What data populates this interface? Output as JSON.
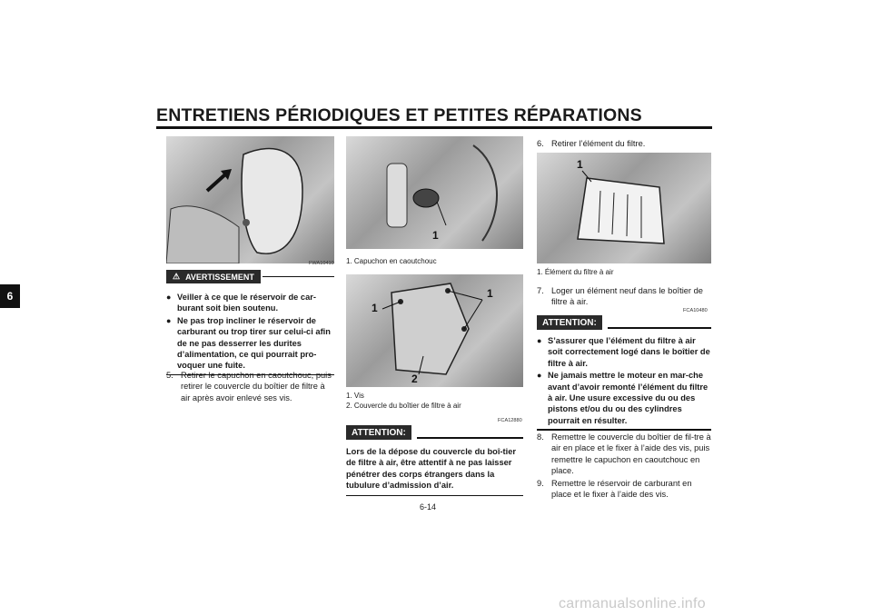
{
  "header": {
    "title": "ENTRETIENS PÉRIODIQUES ET PETITES RÉPARATIONS"
  },
  "section_tab": "6",
  "page_number": "6-14",
  "left_column": {
    "figure_code": "FWA10410",
    "warning": {
      "badge": "AVERTISSEMENT",
      "bullets": [
        "Veiller à ce que le réservoir de car-burant soit bien soutenu.",
        "Ne pas trop incliner le réservoir de carburant ou trop tirer sur celui-ci afin de ne pas desserrer les durites d’alimentation, ce qui pourrait pro-voquer une fuite."
      ]
    },
    "steps": [
      {
        "num": "5.",
        "text": "Retirer le capuchon en caoutchouc, puis retirer le couvercle du boîtier de filtre à air après avoir enlevé ses vis."
      }
    ]
  },
  "middle_column": {
    "figure1": {
      "callout": "1",
      "caption": [
        "1. Capuchon en caoutchouc"
      ]
    },
    "figure2": {
      "callouts": [
        "1",
        "1",
        "2"
      ],
      "caption": [
        "1. Vis",
        "2. Couvercle du boîtier de filtre à air"
      ]
    },
    "attention": {
      "code": "FCA12880",
      "badge": "ATTENTION:",
      "text": "Lors de la dépose du couvercle du boî-tier de filtre à air, être attentif à ne pas laisser pénétrer des corps étrangers dans la tubulure d’admission d’air."
    }
  },
  "right_column": {
    "steps_top": [
      {
        "num": "6.",
        "text": "Retirer l’élément du filtre."
      }
    ],
    "figure": {
      "callout": "1",
      "caption": [
        "1. Élément du filtre à air"
      ]
    },
    "steps_mid": [
      {
        "num": "7.",
        "text": "Loger un élément neuf dans le boîtier de filtre à air."
      }
    ],
    "attention": {
      "code": "FCA10480",
      "badge": "ATTENTION:",
      "bullets": [
        "S’assurer que l’élément du filtre à air soit correctement logé dans le boîtier de filtre à air.",
        "Ne jamais mettre le moteur en mar-che avant d’avoir remonté l’élément du filtre à air. Une usure excessive du ou des pistons et/ou du ou des cylindres pourrait en résulter."
      ]
    },
    "steps_bottom": [
      {
        "num": "8.",
        "text": "Remettre le couvercle du boîtier de fil-tre à air en place et le fixer à l’aide des vis, puis remettre le capuchon en caoutchouc en place."
      },
      {
        "num": "9.",
        "text": "Remettre le réservoir de carburant en place et le fixer à l’aide des vis."
      }
    ]
  },
  "watermark": "carmanualsonline.info"
}
